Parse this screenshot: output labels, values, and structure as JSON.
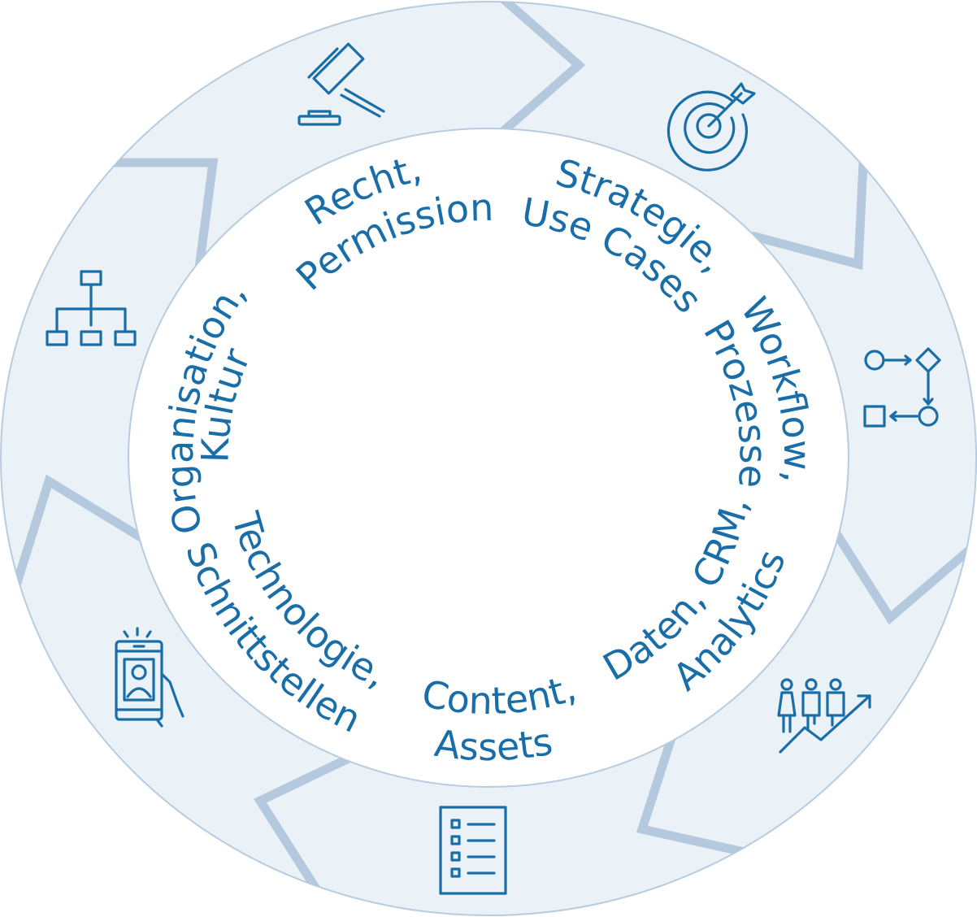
{
  "diagram": {
    "colors": {
      "ring_fill": "#eaf2f7",
      "ring_border": "#b8cce0",
      "chevron": "#b5c9de",
      "text": "#1a6ea8"
    },
    "segments": [
      {
        "icon": "gavel-icon",
        "line1": "Recht,",
        "line2": "Permission"
      },
      {
        "icon": "target-icon",
        "line1": "Strategie,",
        "line2": "Use Cases"
      },
      {
        "icon": "workflow-icon",
        "line1": "Workflow,",
        "line2": "Prozesse"
      },
      {
        "icon": "team-growth-icon",
        "line1": "Daten, CRM,",
        "line2": "Analytics"
      },
      {
        "icon": "checklist-icon",
        "line1": "Content,",
        "line2": "Assets"
      },
      {
        "icon": "smartphone-icon",
        "line1": "Technologie,",
        "line2": "Schnittstellen"
      },
      {
        "icon": "org-chart-icon",
        "line1": "Organisation,",
        "line2": "Kultur"
      }
    ]
  }
}
